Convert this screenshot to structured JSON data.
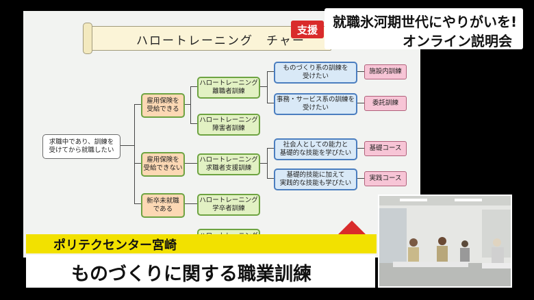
{
  "headline": {
    "line1": "就職氷河期世代にやりがいを!",
    "line2": "オンライン説明会"
  },
  "badge": "支援",
  "slide": {
    "title": "ハロートレーニング　チャー",
    "root": "求職中であり、訓練を\n受けてから就職したい",
    "branches": [
      {
        "label": "雇用保険を\n受給できる",
        "children": [
          {
            "label": "ハロートレーニング\n離職者訓練",
            "children": [
              {
                "label": "ものづくり系の訓練を\n受けたい",
                "result": "施設内訓練"
              },
              {
                "label": "事務・サービス系の訓練を\n受けたい",
                "result": "委託訓練"
              }
            ]
          },
          {
            "label": "ハロートレーニング\n障害者訓練"
          }
        ]
      },
      {
        "label": "雇用保険を\n受給できない",
        "children": [
          {
            "label": "ハロートレーニング\n求職者支援訓練",
            "children": [
              {
                "label": "社会人としての能力と\n基礎的な技能を学びたい",
                "result": "基礎コース"
              },
              {
                "label": "基礎的技能に加えて\n実践的な技能も学びたい",
                "result": "実践コース"
              }
            ]
          }
        ]
      },
      {
        "label": "新卒未就職\nである",
        "children": [
          {
            "label": "ハロートレーニング\n学卒者訓練"
          }
        ]
      }
    ],
    "extra_partial": "ハロートレーニング"
  },
  "lower_third": {
    "org": "ポリテクセンター宮崎",
    "caption": "ものづくりに関する職業訓練"
  },
  "colors": {
    "accent": "#d92b2b",
    "caption_bar": "#f2e100"
  }
}
